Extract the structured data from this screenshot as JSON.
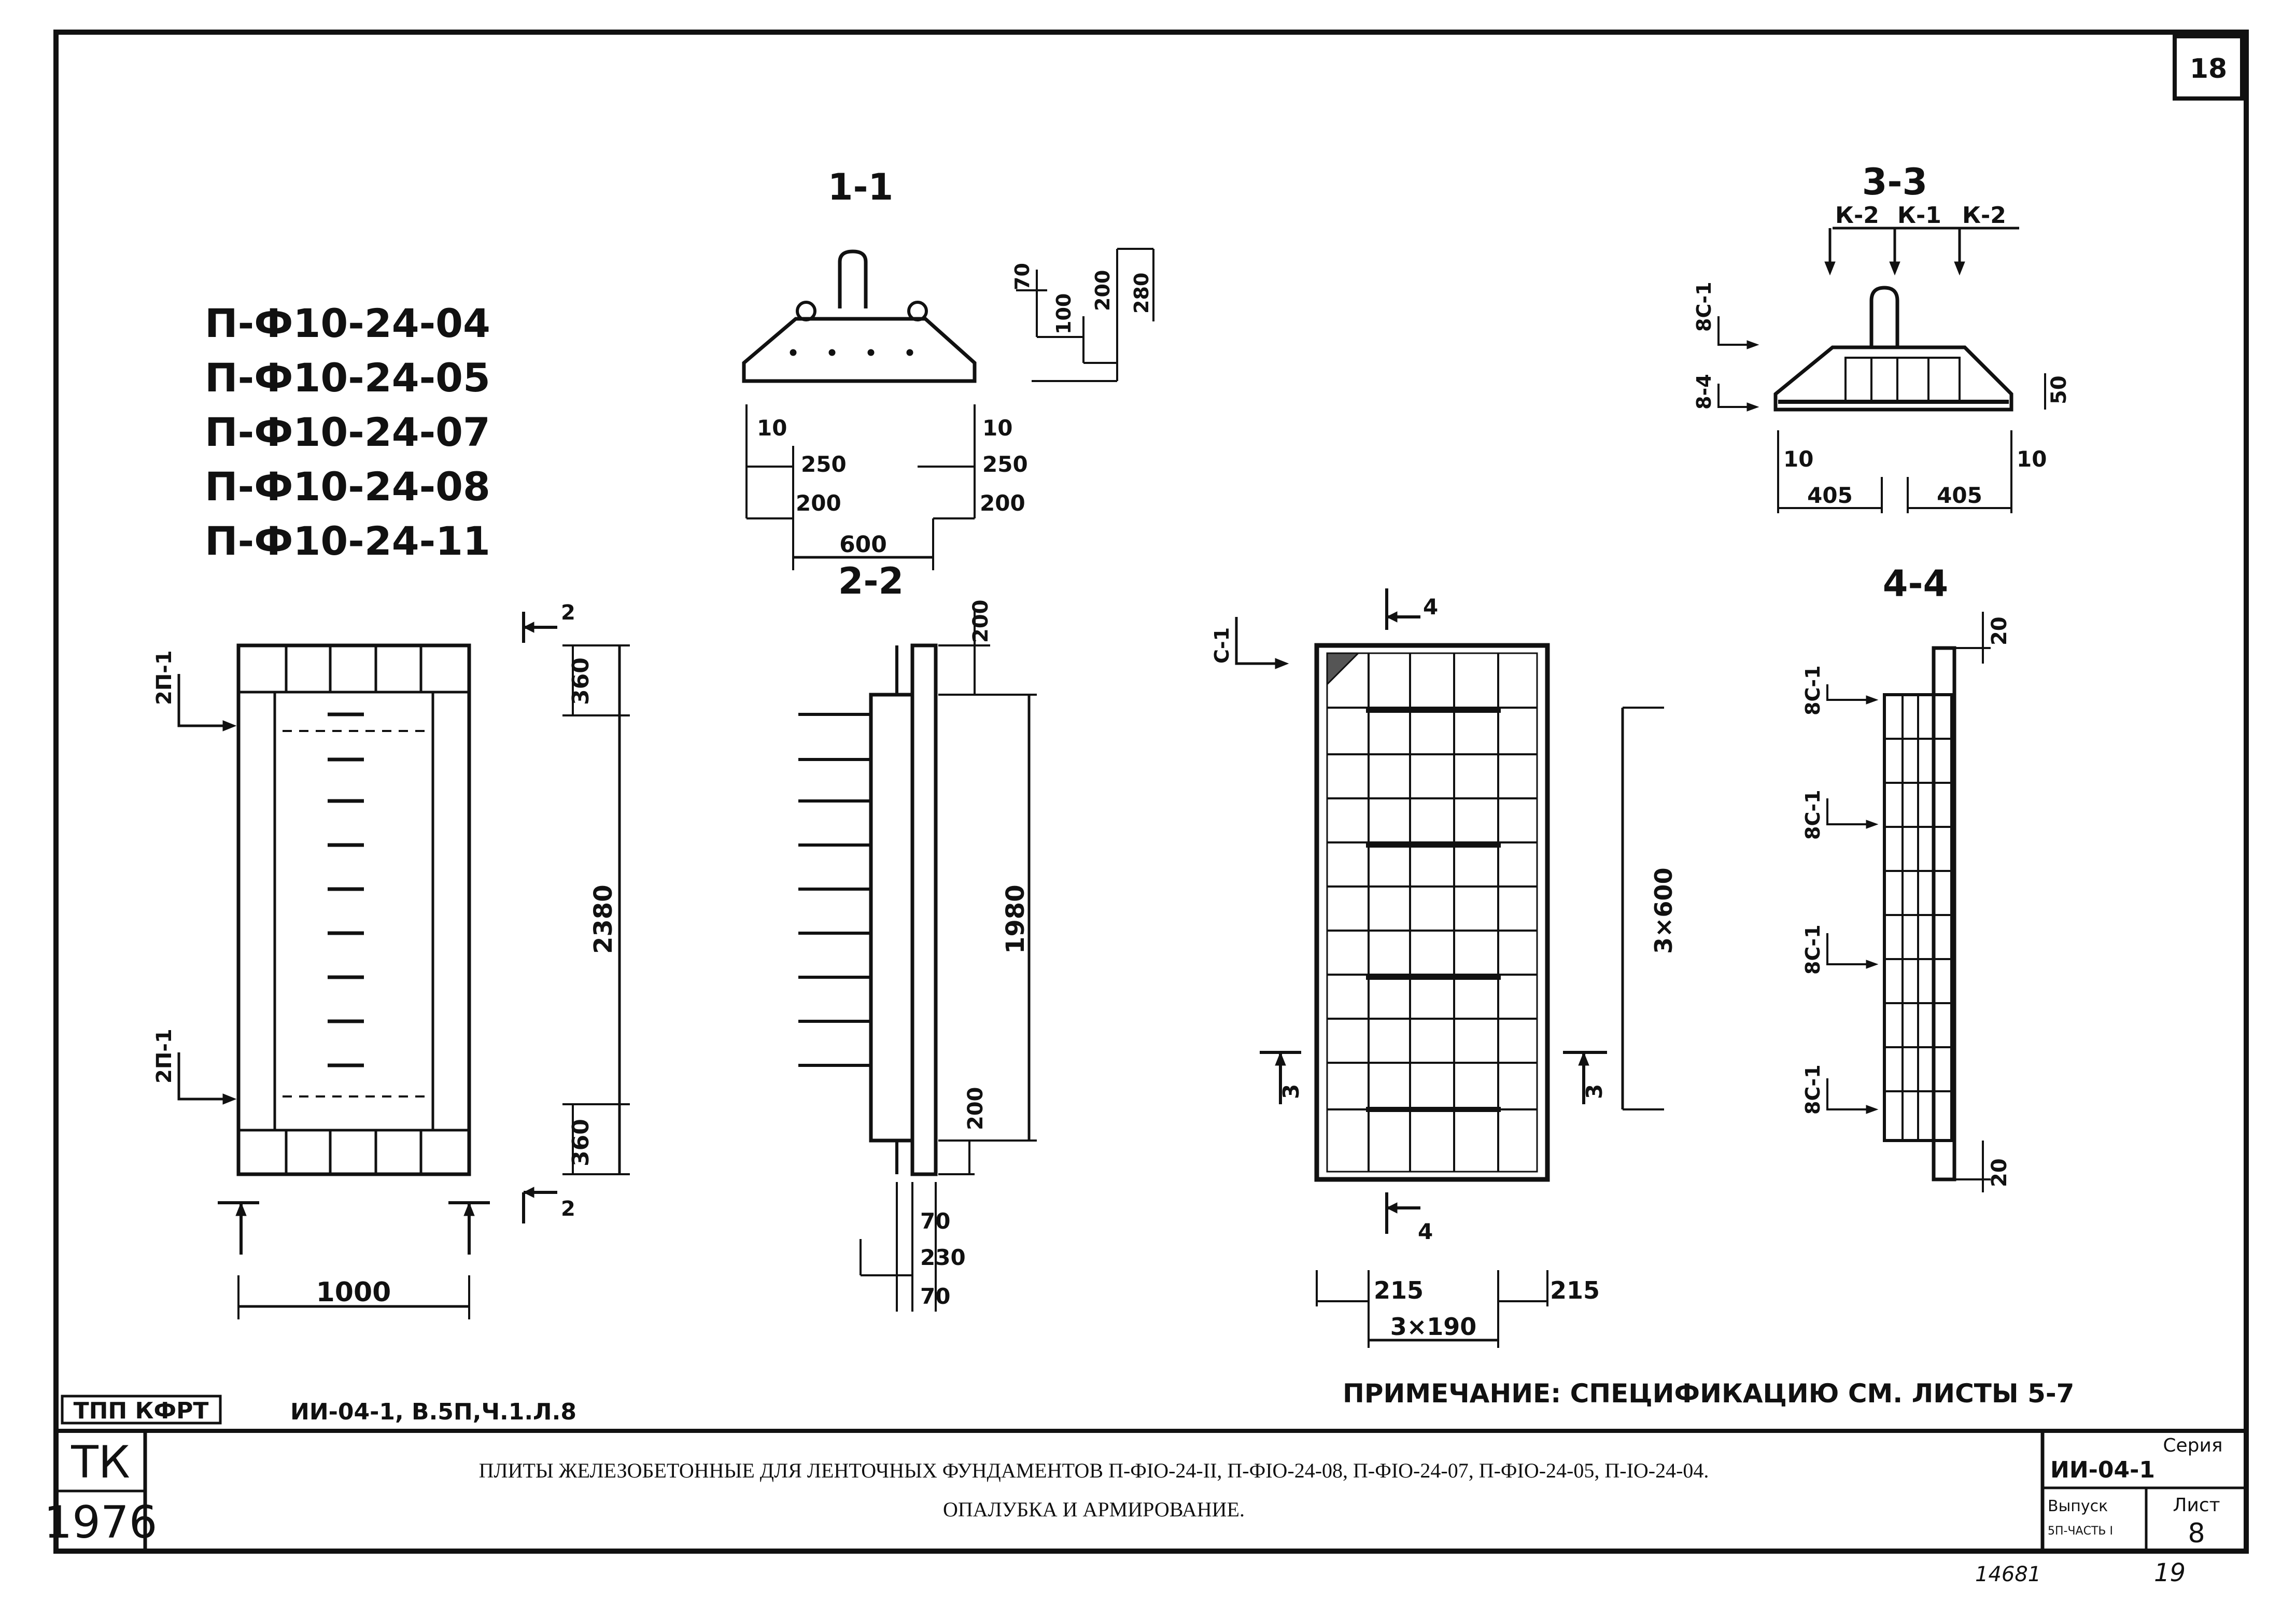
{
  "sheet": {
    "page_number": "18",
    "bottom_numbers": {
      "left": "14681",
      "right": "19"
    }
  },
  "marks": {
    "list": [
      "П-Ф10-24-04",
      "П-Ф10-24-05",
      "П-Ф10-24-07",
      "П-Ф10-24-08",
      "П-Ф10-24-11"
    ]
  },
  "sections": {
    "s11": "1-1",
    "s22": "2-2",
    "s33": "3-3",
    "s44": "4-4"
  },
  "plan": {
    "label_2p1_top": "2П-1",
    "label_2p1_bottom": "2П-1",
    "dim_360_top": "360",
    "dim_2380": "2380",
    "dim_360_bottom": "360",
    "dim_1000": "1000",
    "cut_2_top": "2",
    "cut_2_bottom": "2"
  },
  "section11": {
    "dim_70": "70",
    "dim_100": "100",
    "dim_200": "200",
    "dim_280": "280",
    "dim_10_left": "10",
    "dim_10_right": "10",
    "dim_250_left": "250",
    "dim_250_right": "250",
    "dim_200_left": "200",
    "dim_200_right": "200",
    "dim_600": "600"
  },
  "section22": {
    "dim_200_top": "200",
    "dim_1980": "1980",
    "dim_200_bottom": "200",
    "dim_70_a": "70",
    "dim_230": "230",
    "dim_70_b": "70"
  },
  "reinforcement": {
    "label_c1": "С-1",
    "cut_4_top": "4",
    "cut_4_bottom": "4",
    "cut_3_left": "3",
    "cut_3_right": "3",
    "dim_3x600": "3×600",
    "dim_215_left": "215",
    "dim_215_right": "215",
    "dim_3x190": "3×190"
  },
  "section33": {
    "k2_left": "К-2",
    "k1": "К-1",
    "k2_right": "К-2",
    "label_8c1": "8С-1",
    "label_84": "8-4",
    "dim_50": "50",
    "dim_10_left": "10",
    "dim_10_right": "10",
    "dim_405_left": "405",
    "dim_405_right": "405"
  },
  "section44": {
    "labels": [
      "8С-1",
      "8С-1",
      "8С-1",
      "8С-1"
    ],
    "dim_20_top": "20",
    "dim_20_bottom": "20"
  },
  "note": {
    "text": "ПРИМЕЧАНИЕ: СПЕЦИФИКАЦИЮ СМ. ЛИСТЫ 5-7"
  },
  "stamp": {
    "org": "ТПП КФРТ",
    "ref": "ИИ-04-1, В.5П,Ч.1.Л.8"
  },
  "title_block": {
    "tk": "ТК",
    "year": "1976",
    "title_line1": "ПЛИТЫ ЖЕЛЕЗОБЕТОННЫЕ ДЛЯ ЛЕНТОЧНЫХ ФУНДАМЕНТОВ П-ФIO-24-II, П-ФIO-24-08, П-ФIO-24-07, П-ФIO-24-05, П-IO-24-04.",
    "title_line2": "ОПАЛУБКА И АРМИРОВАНИЕ.",
    "series_label": "Серия",
    "series_value": "ИИ-04-1",
    "issue_label": "Выпуск",
    "issue_value": "5П-ЧАСТЬ I",
    "sheet_label": "Лист",
    "sheet_value": "8"
  }
}
